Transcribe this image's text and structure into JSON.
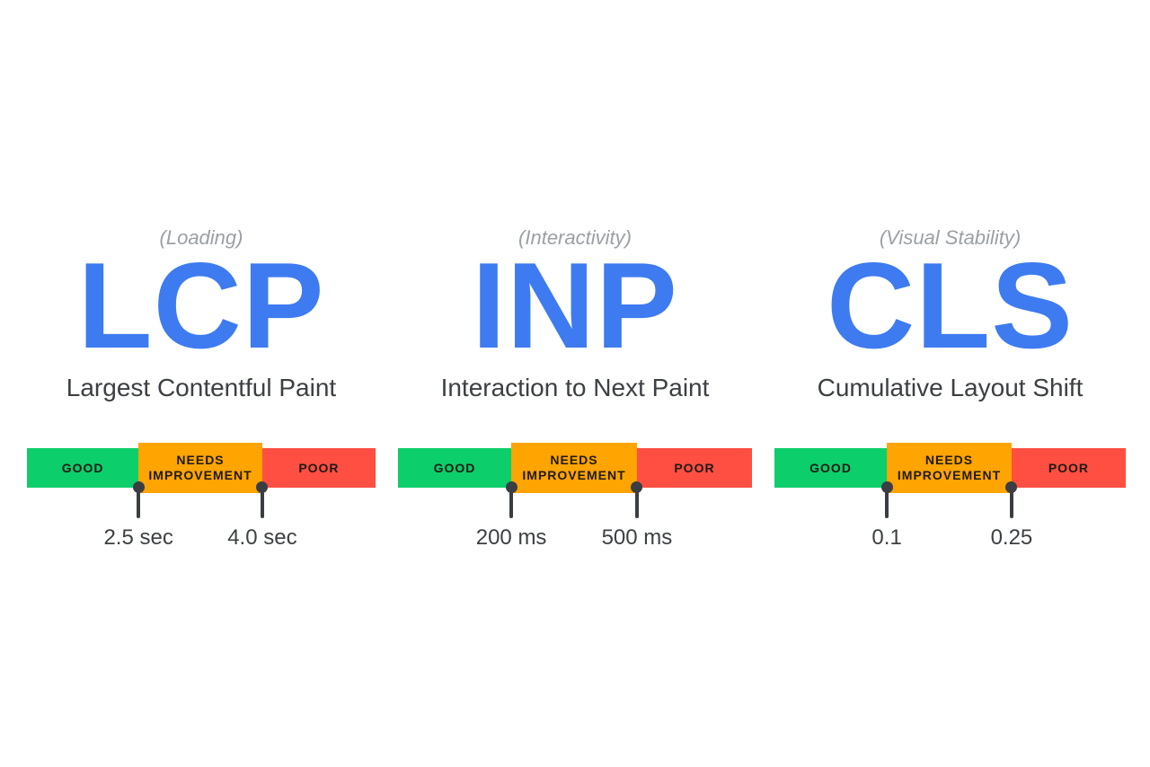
{
  "colors": {
    "good": "#0CCE6B",
    "needs_improvement": "#FFA400",
    "poor": "#FF4E42",
    "accent_blue": "#3E7BF0",
    "kicker_gray": "#9AA0A6",
    "text_dark": "#3C4043",
    "segment_text": "#1F1A14",
    "marker": "#3A3E42"
  },
  "scale": {
    "good_label": "GOOD",
    "needs_improvement_line1": "NEEDS",
    "needs_improvement_line2": "IMPROVEMENT",
    "poor_label": "POOR"
  },
  "metrics": [
    {
      "kicker": "(Loading)",
      "acronym": "LCP",
      "name": "Largest Contentful Paint",
      "threshold_good": "2.5 sec",
      "threshold_poor": "4.0 sec"
    },
    {
      "kicker": "(Interactivity)",
      "acronym": "INP",
      "name": "Interaction to Next Paint",
      "threshold_good": "200 ms",
      "threshold_poor": "500 ms"
    },
    {
      "kicker": "(Visual Stability)",
      "acronym": "CLS",
      "name": "Cumulative Layout Shift",
      "threshold_good": "0.1",
      "threshold_poor": "0.25"
    }
  ]
}
